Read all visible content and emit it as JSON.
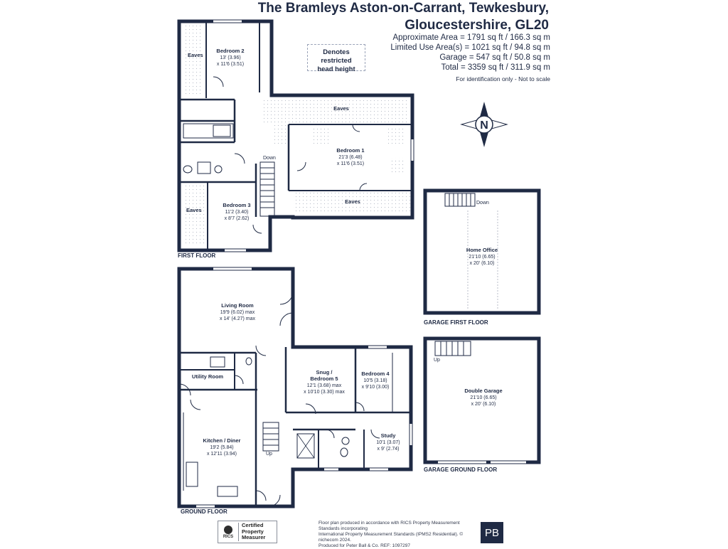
{
  "header": {
    "title_line1": "The Bramleys Aston-on-Carrant, Tewkesbury,",
    "title_line2": "Gloucestershire, GL20",
    "areas": [
      "Approximate Area = 1791 sq ft / 166.3 sq m",
      "Limited Use Area(s) = 1021 sq ft / 94.8 sq m",
      "Garage = 547 sq ft / 50.8 sq m",
      "Total = 3359 sq ft / 311.9 sq m"
    ],
    "note": "For identification only - Not to scale"
  },
  "legend": {
    "line1": "Denotes restricted",
    "line2": "head height"
  },
  "compass": {
    "letter": "N"
  },
  "floors": {
    "first": "FIRST FLOOR",
    "ground": "GROUND FLOOR",
    "garage_first": "GARAGE FIRST FLOOR",
    "garage_ground": "GARAGE GROUND FLOOR"
  },
  "rooms": {
    "eaves_bed2": "Eaves",
    "bedroom2": {
      "name": "Bedroom 2",
      "dim1": "13' (3.96)",
      "dim2": "x 11'6 (3.51)"
    },
    "eaves_top": "Eaves",
    "bedroom1": {
      "name": "Bedroom 1",
      "dim1": "21'3 (6.48)",
      "dim2": "x 11'6 (3.51)"
    },
    "eaves_bottom": "Eaves",
    "down_first": "Down",
    "eaves_bed3": "Eaves",
    "bedroom3": {
      "name": "Bedroom 3",
      "dim1": "11'2 (3.40)",
      "dim2": "x 8'7 (2.62)"
    },
    "home_office": {
      "name": "Home Office",
      "dim1": "21'10 (6.65)",
      "dim2": "x 20' (6.10)"
    },
    "down_garage": "Down",
    "living_room": {
      "name": "Living Room",
      "dim1": "19'9 (6.02) max",
      "dim2": "x 14' (4.27) max"
    },
    "utility_room": "Utility Room",
    "snug": {
      "name1": "Snug /",
      "name2": "Bedroom 5",
      "dim1": "12'1 (3.68) max",
      "dim2": "x 10'10 (3.30) max"
    },
    "bedroom4": {
      "name": "Bedroom 4",
      "dim1": "10'5 (3.18)",
      "dim2": "x 9'10 (3.00)"
    },
    "kitchen": {
      "name": "Kitchen / Diner",
      "dim1": "19'2 (5.84)",
      "dim2": "x 12'11 (3.94)"
    },
    "up_ground": "Up",
    "study": {
      "name": "Study",
      "dim1": "10'1 (3.07)",
      "dim2": "x 9' (2.74)"
    },
    "double_garage": {
      "name": "Double Garage",
      "dim1": "21'10 (6.65)",
      "dim2": "x 20' (6.10)"
    },
    "up_garage": "Up"
  },
  "footer": {
    "line1": "Floor plan produced in accordance with RICS Property Measurement Standards incorporating",
    "line2": "International Property Measurement Standards (IPMS2 Residential).  © nichecom 2024.",
    "line3": "Produced for Peter Ball & Co.   REF: 1097297",
    "rics_abbr": "RICS",
    "rics_line1": "Certified",
    "rics_line2": "Property",
    "rics_line3": "Measurer",
    "pb_logo": "PB"
  },
  "colors": {
    "wall": "#1f2a44",
    "text": "#1f2a44",
    "eaves_pattern": "#b8bdc9"
  }
}
